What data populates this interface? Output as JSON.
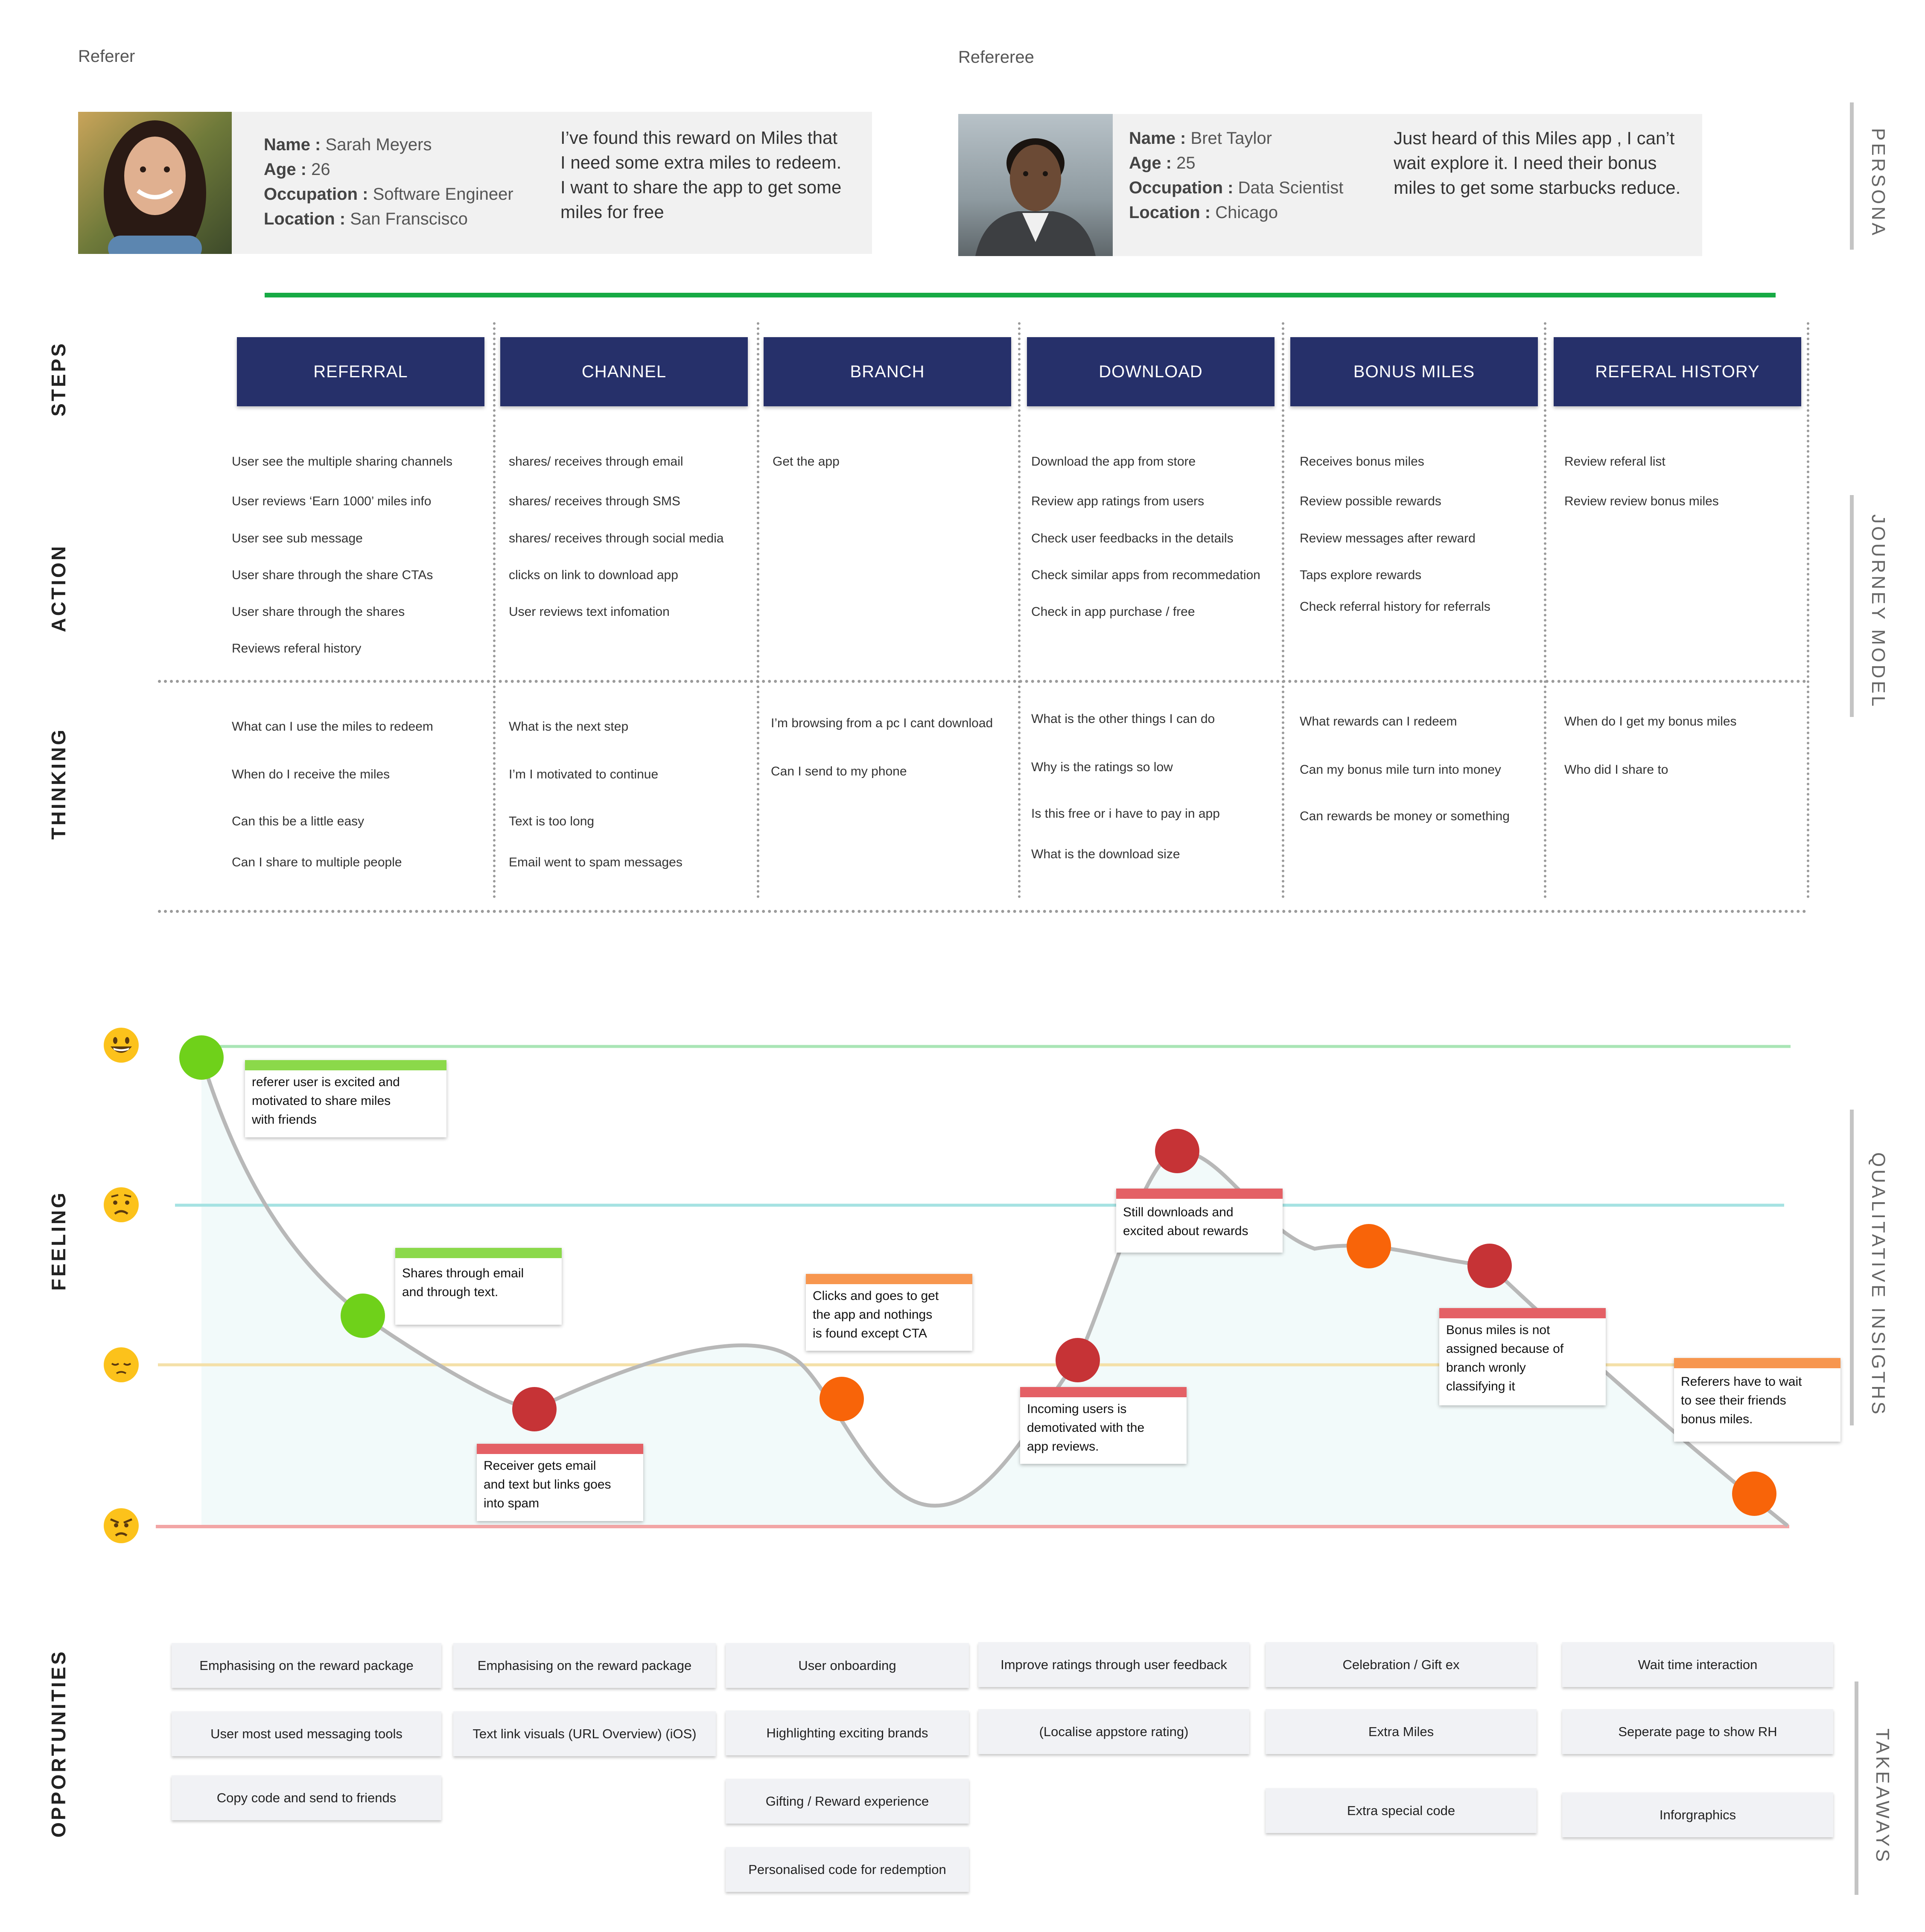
{
  "persona": {
    "referer": {
      "role": "Referer",
      "name_label": "Name :",
      "name": "Sarah Meyers",
      "age_label": "Age :",
      "age": "26",
      "occupation_label": "Occupation :",
      "occupation": "Software Engineer",
      "location_label": "Location :",
      "location": "San Franscisco",
      "quote": [
        "I’ve found this reward on Miles that",
        "I need some extra miles to redeem.",
        "I want to share the app to get some",
        "miles for free"
      ]
    },
    "refereree": {
      "role": "Refereree",
      "name_label": "Name :",
      "name": "Bret  Taylor",
      "age_label": "Age :",
      "age": "25",
      "occupation_label": "Occupation :",
      "occupation": "Data Scientist",
      "location_label": "Location :",
      "location": "Chicago",
      "quote": [
        "Just heard of this Miles app , I can’t",
        "wait explore it. I need their bonus",
        "miles to get some starbucks reduce."
      ]
    }
  },
  "side_labels": {
    "persona": "PERSONA",
    "journey_model": "JOURNEY MODEL",
    "qualitative_insights": "QUALITATIVE INSIGTHS",
    "takeaways": "TAKEAWAYS"
  },
  "row_labels": {
    "steps": "STEPS",
    "action": "ACTION",
    "thinking": "THINKING",
    "feeling": "FEELING",
    "opportunities": "OPPORTUNITIES"
  },
  "steps": [
    "REFERRAL",
    "CHANNEL",
    "BRANCH",
    "DOWNLOAD",
    "BONUS MILES",
    "REFERAL HISTORY"
  ],
  "actions": [
    [
      "User see the multiple sharing channels",
      "User reviews ‘Earn 1000’ miles info",
      "User see sub message",
      "User share through the share CTAs",
      "User share through the shares",
      "Reviews referal history"
    ],
    [
      "shares/ receives through email",
      "shares/ receives  through SMS",
      "shares/ receives through social media",
      "clicks on link to download app",
      "User reviews text infomation"
    ],
    [
      "Get  the app"
    ],
    [
      "Download the app from store",
      "Review app ratings from users",
      "Check user feedbacks in the details",
      "Check similar apps from recommedation",
      "Check in app purchase / free"
    ],
    [
      "Receives bonus miles",
      "Review possible rewards",
      "Review messages after reward",
      "Taps explore rewards",
      "Check referral history for referrals"
    ],
    [
      "Review referal list",
      "Review review bonus miles"
    ]
  ],
  "thinking": [
    [
      "What can I use the miles to redeem",
      "When do I receive the miles",
      "Can this be a little easy",
      "Can I share to multiple people"
    ],
    [
      "What is the next step",
      "I’m I motivated to continue",
      "Text is too long",
      "Email went to spam messages"
    ],
    [
      "I’m browsing from a pc I cant download",
      "Can I send to my phone"
    ],
    [
      "What is the other things I can do",
      "Why is the ratings so low",
      "Is this free or i have to pay in app",
      "What is the download size"
    ],
    [
      "What rewards can I redeem",
      "Can my bonus mile turn into money",
      "Can rewards be money or something"
    ],
    [
      "When do I get my bonus miles",
      "Who did I share to"
    ]
  ],
  "feeling": {
    "levels": [
      "very happy",
      "worried",
      "sad",
      "angry"
    ],
    "colors": {
      "green": "#6fd11a",
      "red": "#c63336",
      "orange": "#f86409",
      "curve": "#b8b8b8",
      "fill": "#f2fafa"
    },
    "notes": [
      {
        "lines": [
          "referer user is excited and",
          "motivated to share miles",
          "with friends"
        ],
        "color": "#8bd94a"
      },
      {
        "lines": [
          "Shares through email",
          "and through text."
        ],
        "color": "#8bd94a"
      },
      {
        "lines": [
          "Receiver gets email",
          "and text but links goes",
          "into spam"
        ],
        "color": "#e46065"
      },
      {
        "lines": [
          "Clicks and goes to get",
          "the app and nothings",
          "is found except CTA"
        ],
        "color": "#f7964f"
      },
      {
        "lines": [
          "Incoming users is",
          "demotivated with the",
          "app reviews."
        ],
        "color": "#e46065"
      },
      {
        "lines": [
          "Still downloads and",
          "excited about rewards"
        ],
        "color": "#e46065"
      },
      {
        "lines": [
          "Bonus miles is not",
          "assigned because of",
          "branch wronly",
          "classifying it"
        ],
        "color": "#e46065"
      },
      {
        "lines": [
          "Referers have to wait",
          "to see their friends",
          "bonus miles."
        ],
        "color": "#f7964f"
      }
    ]
  },
  "opportunities": [
    [
      "Emphasising on the reward package",
      "User most used messaging tools",
      "Copy code and send to friends"
    ],
    [
      "Emphasising on the reward package",
      "Text link visuals (URL Overview) (iOS)"
    ],
    [
      "User onboarding",
      "Highlighting exciting brands",
      "Gifting / Reward experience",
      "Personalised code for redemption"
    ],
    [
      "Improve ratings through user feedback",
      "(Localise appstore rating)"
    ],
    [
      "Celebration / Gift ex",
      "Extra Miles",
      "Extra special code"
    ],
    [
      "Wait time interaction",
      "Seperate page to show RH",
      "Inforgraphics"
    ]
  ]
}
